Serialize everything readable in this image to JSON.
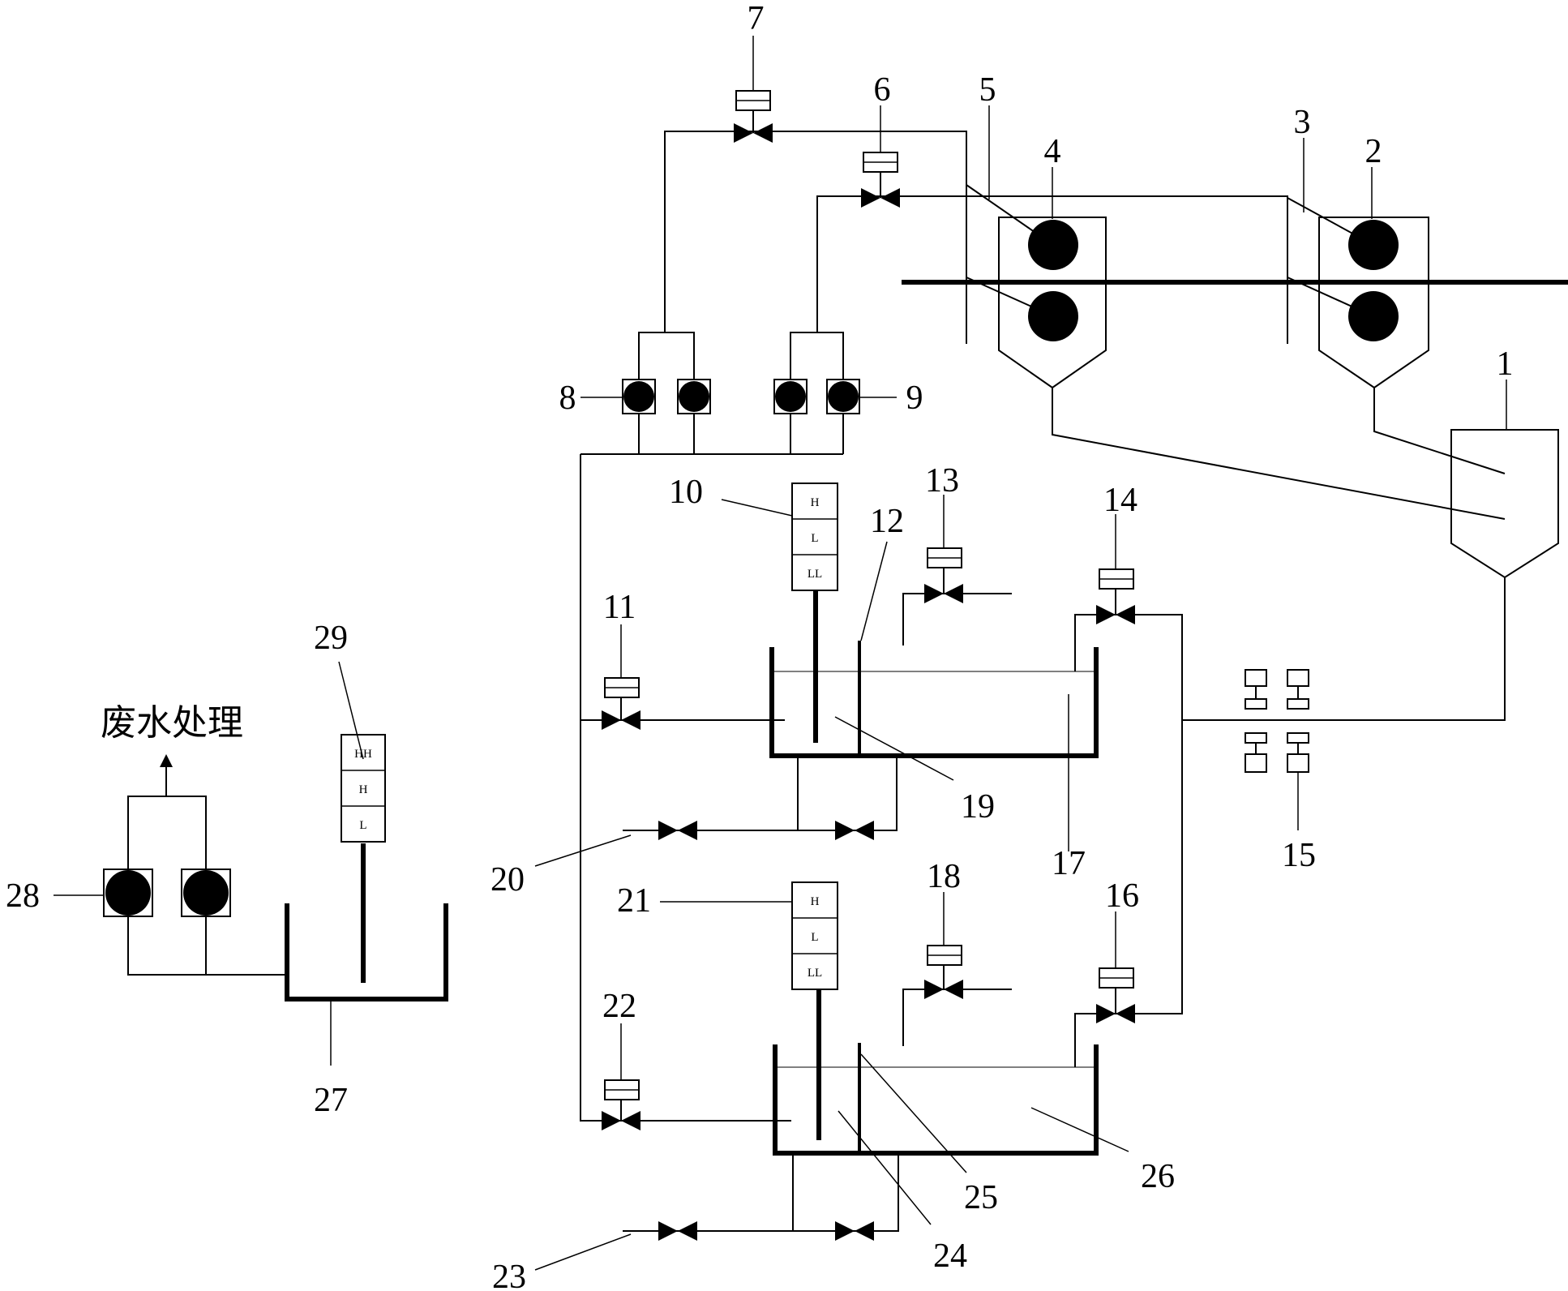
{
  "annotation_text": "废水处理",
  "part_labels": [
    "1",
    "2",
    "3",
    "4",
    "5",
    "6",
    "7",
    "8",
    "9",
    "10",
    "11",
    "12",
    "13",
    "14",
    "15",
    "16",
    "17",
    "18",
    "19",
    "20",
    "21",
    "22",
    "23",
    "24",
    "25",
    "26",
    "27",
    "28",
    "29"
  ],
  "level_gauges": {
    "gauge_10": [
      "H",
      "L",
      "LL"
    ],
    "gauge_21": [
      "H",
      "L",
      "LL"
    ],
    "gauge_29": [
      "HH",
      "H",
      "L"
    ]
  }
}
